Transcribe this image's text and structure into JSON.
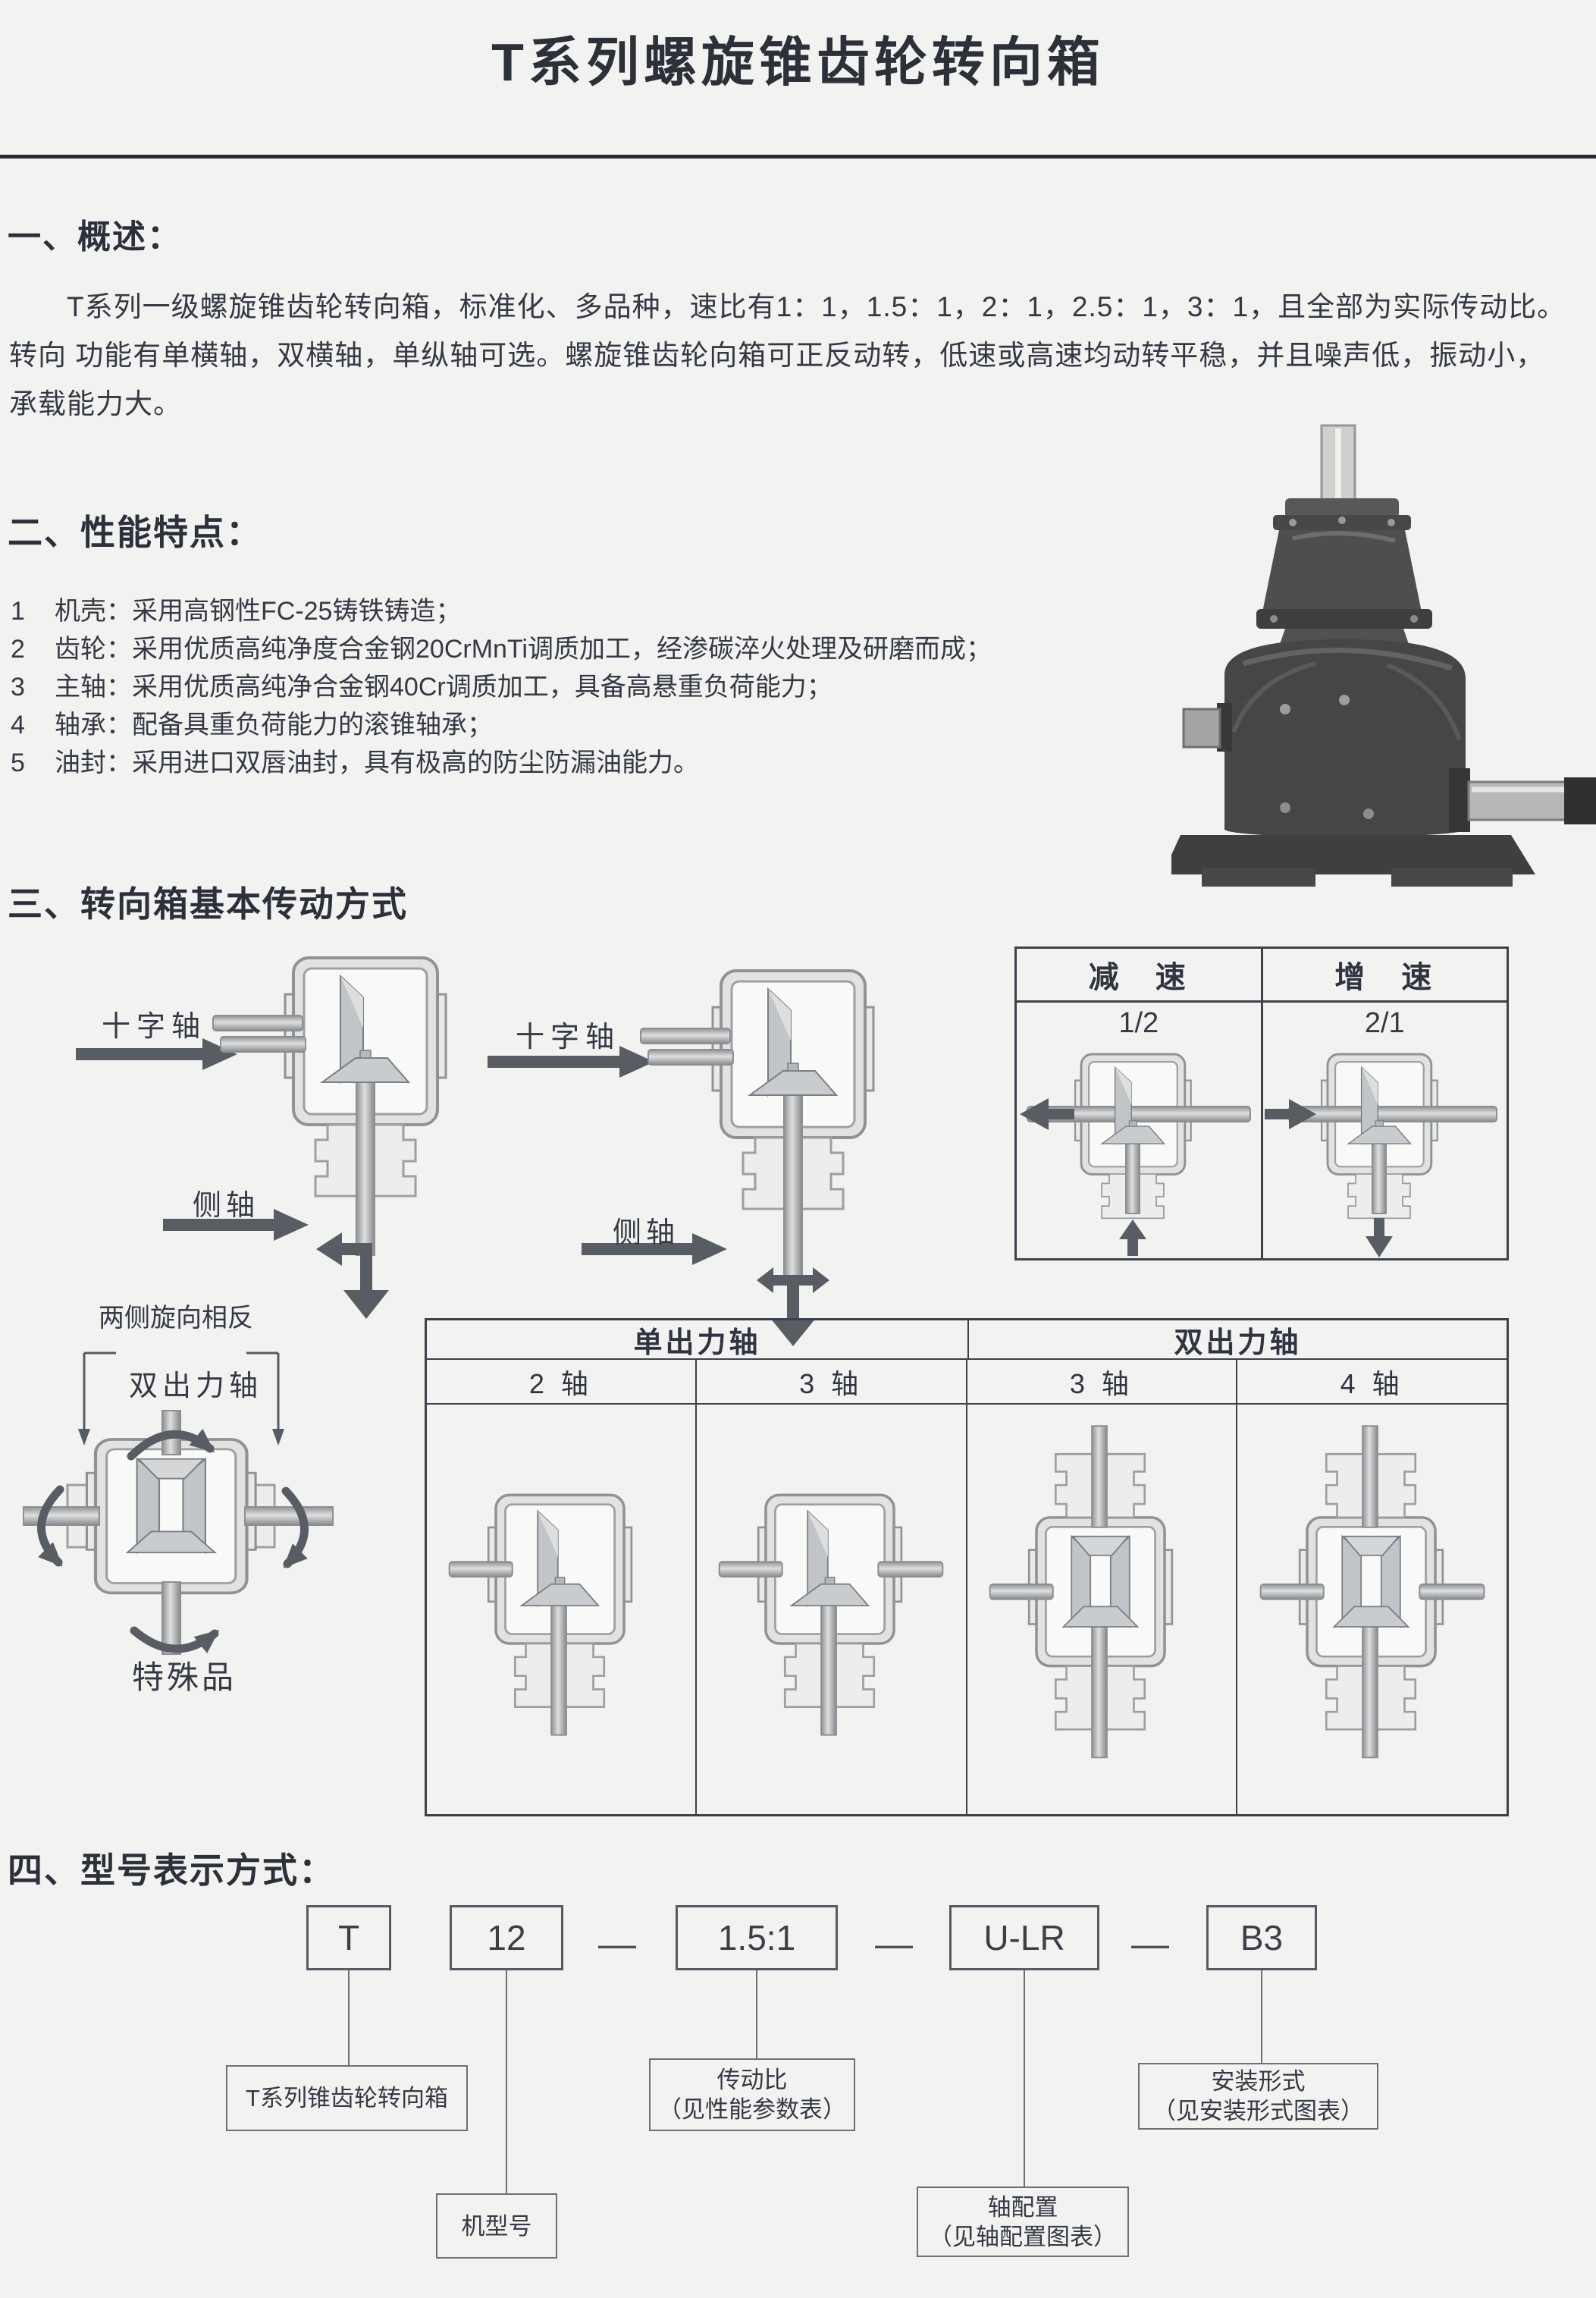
{
  "title": "T系列螺旋锥齿轮转向箱",
  "overview": {
    "heading": "一、概述：",
    "line1": "T系列一级螺旋锥齿轮转向箱，标准化、多品种，速比有1：1，1.5：1，2：1，2.5：1，3：1，且全部为实际传动比。",
    "line2": "转向 功能有单横轴，双横轴，单纵轴可选。螺旋锥齿轮向箱可正反动转，低速或高速均动转平稳，并且噪声低，振动小，",
    "line3": "承载能力大。"
  },
  "features": {
    "heading": "二、性能特点：",
    "items": [
      {
        "num": "1",
        "text": "机壳：采用高钢性FC-25铸铁铸造；"
      },
      {
        "num": "2",
        "text": "齿轮：采用优质高纯净度合金钢20CrMnTi调质加工，经渗碳淬火处理及研磨而成；"
      },
      {
        "num": "3",
        "text": "主轴：采用优质高纯净合金钢40Cr调质加工，具备高悬重负荷能力；"
      },
      {
        "num": "4",
        "text": "轴承：配备具重负荷能力的滚锥轴承；"
      },
      {
        "num": "5",
        "text": "油封：采用进口双唇油封，具有极高的防尘防漏油能力。"
      }
    ]
  },
  "transmission": {
    "heading": "三、转向箱基本传动方式",
    "cross_shaft_label": "十字轴",
    "side_shaft_label": "侧轴",
    "speed_table": {
      "reduce": "减　速",
      "increase": "增　速",
      "reduce_ratio": "1/2",
      "increase_ratio": "2/1"
    },
    "special": {
      "top": "两侧旋向相反",
      "mid": "双出力轴",
      "bottom": "特殊品"
    },
    "shaft_table": {
      "single": "单出力轴",
      "double": "双出力轴",
      "col1": "2 轴",
      "col2": "3 轴",
      "col3": "3 轴",
      "col4": "4 轴"
    }
  },
  "model": {
    "heading": "四、型号表示方式：",
    "separator": "—",
    "codes": {
      "series": "T",
      "size": "12",
      "ratio": "1.5:1",
      "shaft": "U-LR",
      "mount": "B3"
    },
    "labels": {
      "series": "T系列锥齿轮转向箱",
      "model_no": "机型号",
      "ratio_1": "传动比",
      "ratio_2": "（见性能参数表）",
      "shaft_1": "轴配置",
      "shaft_2": "（见轴配置图表）",
      "mount_1": "安装形式",
      "mount_2": "（见安装形式图表）"
    }
  }
}
